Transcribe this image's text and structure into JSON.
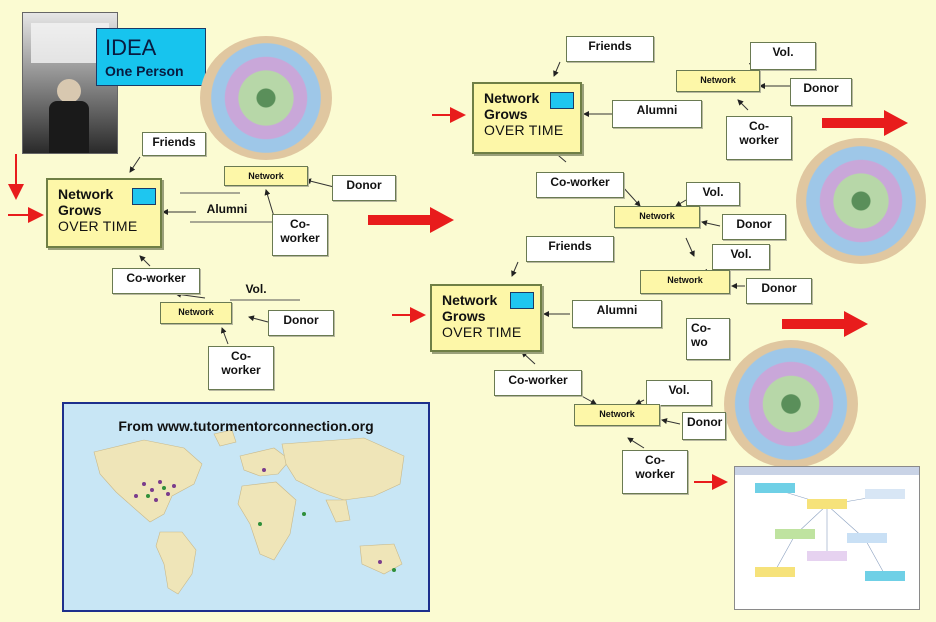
{
  "idea": {
    "title": "IDEA",
    "subtitle": "One Person"
  },
  "grow": {
    "line1": "Network",
    "line2": "Grows",
    "line3": "OVER TIME"
  },
  "labels": {
    "friends": "Friends",
    "network": "Network",
    "donor": "Donor",
    "alumni": "Alumni",
    "coworker_split": "Co-\nworker",
    "coworker": "Co-worker",
    "vol": "Vol.",
    "co_partial": "Co-\nwo"
  },
  "map": {
    "title": "From www.tutormentorconnection.org"
  },
  "colors": {
    "idea_blue": "#17c4ee",
    "node_yellow": "#fdf7a8",
    "arrow_red": "#e81c1c",
    "background": "#fbfbd2"
  }
}
